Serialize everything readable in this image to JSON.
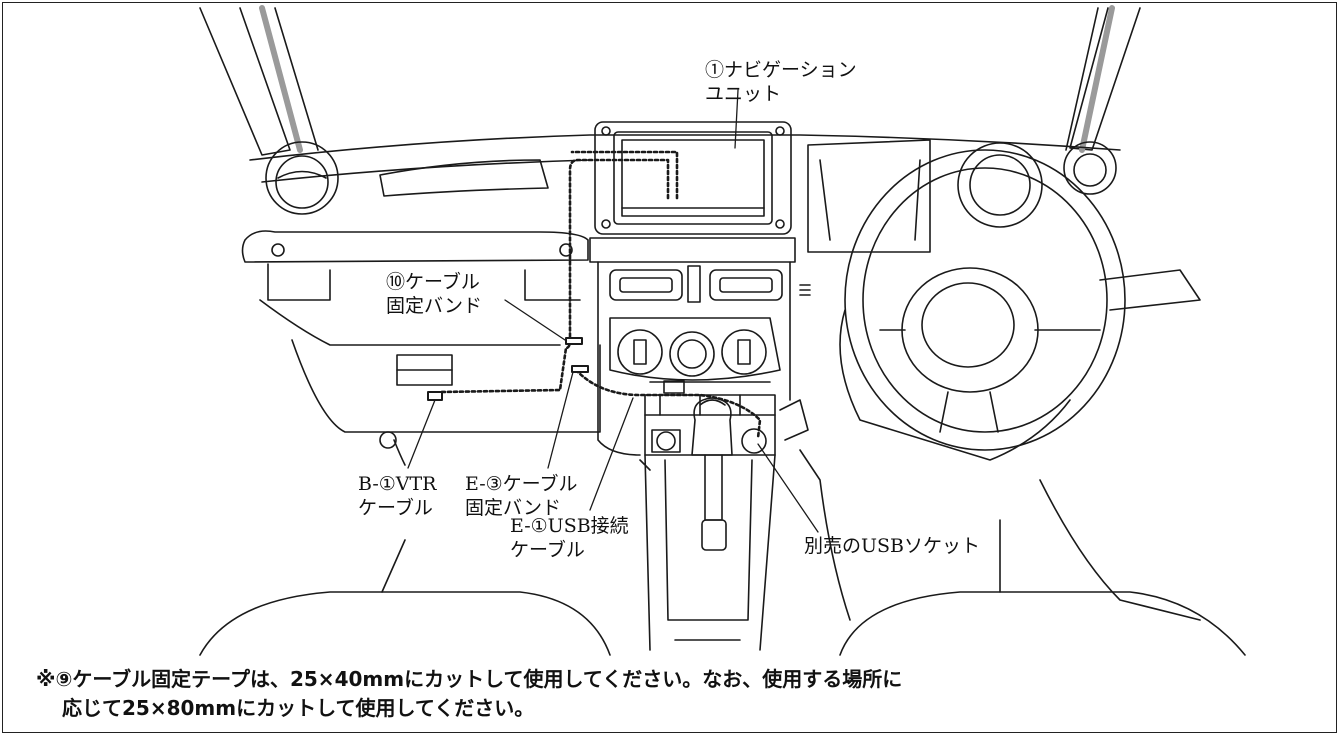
{
  "labels": {
    "nav_unit_line1": "①ナビゲーション",
    "nav_unit_line2": "ユニット",
    "band10_line1": "⑩ケーブル",
    "band10_line2": "固定バンド",
    "vtr_line1": "B-①VTR",
    "vtr_line2": "ケーブル",
    "e3_line1": "E-③ケーブル",
    "e3_line2": "固定バンド",
    "usb_conn_line1": "E-①USB接続",
    "usb_conn_line2": "ケーブル",
    "usb_socket": "別売のUSBソケット"
  },
  "note": {
    "line1": "※⑨ケーブル固定テープは、25×40mmにカットして使用してください。なお、使用する場所に",
    "line2": "応じて25×80mmにカットして使用してください。"
  },
  "colors": {
    "line": "#1a1a1a",
    "pillar_shade": "#9a9a9a",
    "border": "#222222"
  }
}
